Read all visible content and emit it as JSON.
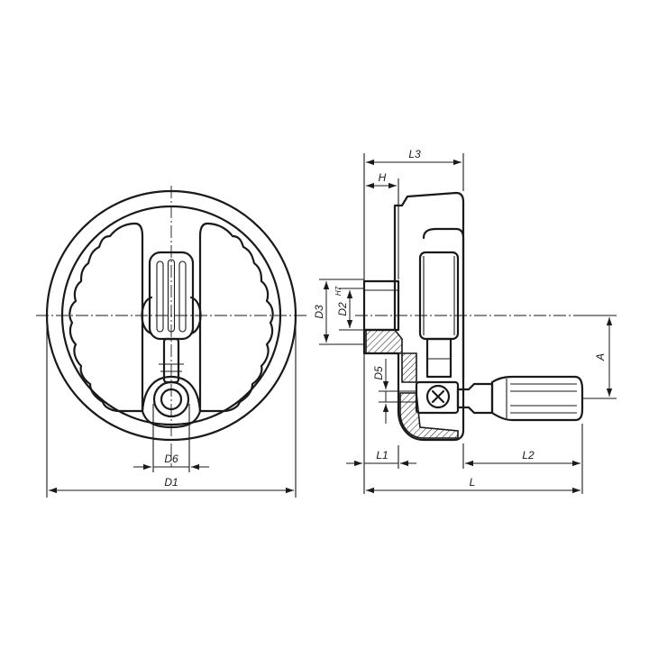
{
  "labels": {
    "d1": "D1",
    "d6": "D6",
    "l3": "L3",
    "h": "H",
    "d3": "D3",
    "d2": "D2",
    "d2_tol": "H7",
    "d5": "D5",
    "a": "A",
    "l1": "L1",
    "l2": "L2",
    "l": "L"
  }
}
